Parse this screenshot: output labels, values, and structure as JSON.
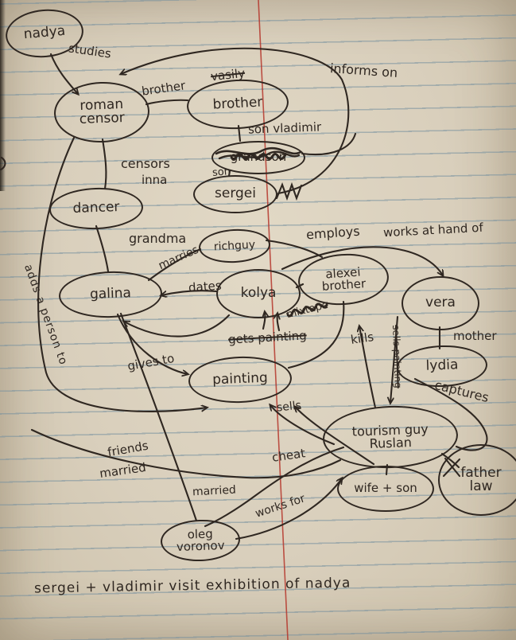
{
  "diagram": {
    "nodes": {
      "nadya": "nadya",
      "roman_censor": "roman\ncensor",
      "brother": "brother",
      "grandson_crossed": "grandson",
      "sergei": "sergei",
      "dancer": "dancer",
      "richguy": "richguy",
      "galina": "galina",
      "kolya": "kolya",
      "alexei_brother": "alexei\nbrother",
      "vera": "vera",
      "lydia": "lydia",
      "painting": "painting",
      "ruslan": "tourism guy\nRuslan",
      "wife_son": "wife + son",
      "father_law": "father\nlaw",
      "oleg": "oleg\nvoronov"
    },
    "labels": {
      "studies": "studies",
      "brother_rel": "brother",
      "vasily": "vasily",
      "informs_on": "informs on",
      "son_vladimir": "son vladimir",
      "son": "son",
      "censors": "censors",
      "inna": "inna",
      "grandma": "grandma",
      "marries": "marries",
      "employs": "employs",
      "works_at_hand_of": "works at hand of",
      "dates": "dates",
      "mixtape": "mixtape",
      "gets_painting": "gets painting",
      "kills": "kills",
      "sells_painting": "sells painting",
      "mother": "mother",
      "captures": "captures",
      "gives_to": "gives to",
      "sells": "sells",
      "cheat": "cheat",
      "friends": "friends",
      "married_a": "married",
      "married_b": "married",
      "works_for": "works for",
      "adds_a_person_to": "adds a person to"
    },
    "footnote": "sergei + vladimir visit exhibition of nadya"
  },
  "colors": {
    "ink": "#2f2721",
    "paper": "#d9cfbc",
    "ruled_line": "#748fa0",
    "margin_line": "#b5362c"
  }
}
